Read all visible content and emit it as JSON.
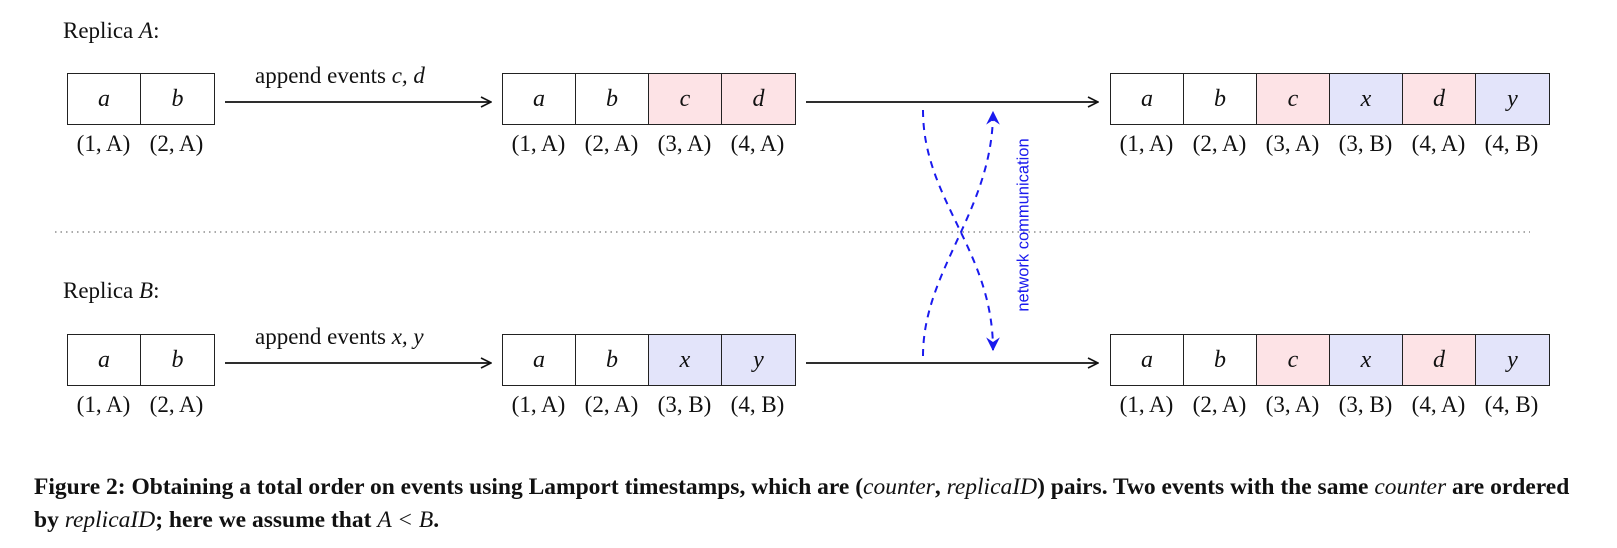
{
  "replica_a": {
    "label_prefix": "Replica ",
    "name": "A",
    "label_suffix": ":",
    "arrow_prefix": "append events ",
    "arrow_events": "c, d",
    "initial": {
      "cells": [
        "a",
        "b"
      ],
      "timestamps": [
        "(1, A)",
        "(2, A)"
      ]
    },
    "after_append": {
      "cells": [
        "a",
        "b",
        "c",
        "d"
      ],
      "timestamps": [
        "(1, A)",
        "(2, A)",
        "(3, A)",
        "(4, A)"
      ]
    },
    "merged": {
      "cells": [
        "a",
        "b",
        "c",
        "x",
        "d",
        "y"
      ],
      "timestamps": [
        "(1, A)",
        "(2, A)",
        "(3, A)",
        "(3, B)",
        "(4, A)",
        "(4, B)"
      ]
    }
  },
  "replica_b": {
    "label_prefix": "Replica ",
    "name": "B",
    "label_suffix": ":",
    "arrow_prefix": "append events ",
    "arrow_events": "x, y",
    "initial": {
      "cells": [
        "a",
        "b"
      ],
      "timestamps": [
        "(1, A)",
        "(2, A)"
      ]
    },
    "after_append": {
      "cells": [
        "a",
        "b",
        "x",
        "y"
      ],
      "timestamps": [
        "(1, A)",
        "(2, A)",
        "(3, B)",
        "(4, B)"
      ]
    },
    "merged": {
      "cells": [
        "a",
        "b",
        "c",
        "x",
        "d",
        "y"
      ],
      "timestamps": [
        "(1, A)",
        "(2, A)",
        "(3, A)",
        "(3, B)",
        "(4, A)",
        "(4, B)"
      ]
    }
  },
  "network_label": "network communication",
  "colors": {
    "replica_a_events": "#fde3e6",
    "replica_b_events": "#e3e4fa",
    "network": "#1a1aee",
    "default": "#ffffff"
  },
  "cell_colors": {
    "a": "default",
    "b": "default",
    "c": "replica_a_events",
    "d": "replica_a_events",
    "x": "replica_b_events",
    "y": "replica_b_events"
  },
  "caption": {
    "figure": "Figure 2:",
    "part1": " Obtaining a total order on events using Lamport timestamps, which are (",
    "counter": "counter",
    "comma": ", ",
    "replica_id": "replicaID",
    "part2": ") pairs. Two events with the same ",
    "counter2": "counter",
    "part3": " are ordered by ",
    "replica_id2": "replicaID",
    "part4": "; here we assume that ",
    "condition": "A < B",
    "end": "."
  }
}
